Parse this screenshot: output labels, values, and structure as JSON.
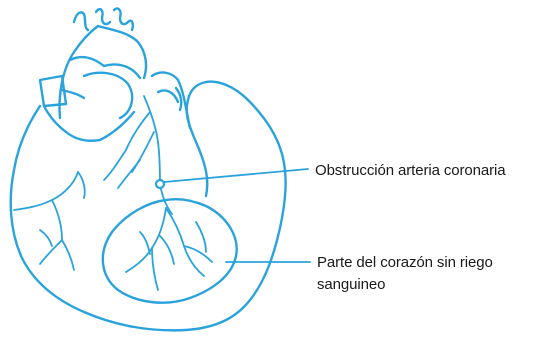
{
  "labels": {
    "obstruction": "Obstrucción arteria coronaria",
    "no_blood_line1": "Parte del corazón sin riego",
    "no_blood_line2": "sanguineo"
  },
  "colors": {
    "stroke": "#2aa3dc",
    "text": "#1a1a1a",
    "background": "#ffffff"
  }
}
